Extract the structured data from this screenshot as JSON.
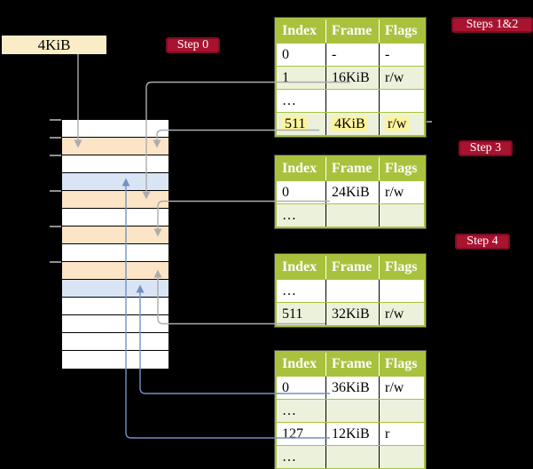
{
  "page_size_box": {
    "label": "4KiB"
  },
  "badges": {
    "step0": {
      "label": "Step 0"
    },
    "steps12": {
      "label": "Steps 1&2"
    },
    "step3": {
      "label": "Step 3"
    },
    "step4": {
      "label": "Step 4"
    }
  },
  "tables": [
    {
      "id": "table-steps-1-2",
      "headers": [
        "Index",
        "Frame",
        "Flags"
      ],
      "rows": [
        {
          "index": "0",
          "frame": "-",
          "flags": "-"
        },
        {
          "index": "1",
          "frame": "16KiB",
          "flags": "r/w"
        },
        {
          "index": "…",
          "frame": "",
          "flags": ""
        },
        {
          "index": "511",
          "frame": "4KiB",
          "flags": "r/w",
          "highlighted": true
        }
      ]
    },
    {
      "id": "table-step-3",
      "headers": [
        "Index",
        "Frame",
        "Flags"
      ],
      "rows": [
        {
          "index": "0",
          "frame": "24KiB",
          "flags": "r/w"
        },
        {
          "index": "…",
          "frame": "",
          "flags": ""
        }
      ]
    },
    {
      "id": "table-step-4",
      "headers": [
        "Index",
        "Frame",
        "Flags"
      ],
      "rows": [
        {
          "index": "…",
          "frame": "",
          "flags": ""
        },
        {
          "index": "511",
          "frame": "32KiB",
          "flags": "r/w"
        }
      ]
    },
    {
      "id": "table-final",
      "headers": [
        "Index",
        "Frame",
        "Flags"
      ],
      "rows": [
        {
          "index": "0",
          "frame": "36KiB",
          "flags": "r/w"
        },
        {
          "index": "…",
          "frame": "",
          "flags": ""
        },
        {
          "index": "127",
          "frame": "12KiB",
          "flags": "r"
        },
        {
          "index": "…",
          "frame": "",
          "flags": ""
        }
      ]
    }
  ],
  "memory": {
    "rows": [
      {
        "fill": "white"
      },
      {
        "fill": "peach"
      },
      {
        "fill": "white"
      },
      {
        "fill": "blue"
      },
      {
        "fill": "peach"
      },
      {
        "fill": "white"
      },
      {
        "fill": "peach"
      },
      {
        "fill": "white"
      },
      {
        "fill": "peach"
      },
      {
        "fill": "blue"
      },
      {
        "fill": "white"
      },
      {
        "fill": "white"
      },
      {
        "fill": "white"
      },
      {
        "fill": "white"
      }
    ]
  },
  "colors": {
    "background": "#000000",
    "box_fill": "#FAECC6",
    "peach_row": "#FCE4C6",
    "blue_row": "#D9E5F5",
    "table_header_green": "#A9C23E",
    "table_shade_green": "#ECF1DC",
    "highlight_yellow": "#FBF49E",
    "badge_red": "#A8132F",
    "badge_border": "#7D0C23",
    "gray_line": "#ACACAC",
    "blue_line": "#7291C4"
  }
}
